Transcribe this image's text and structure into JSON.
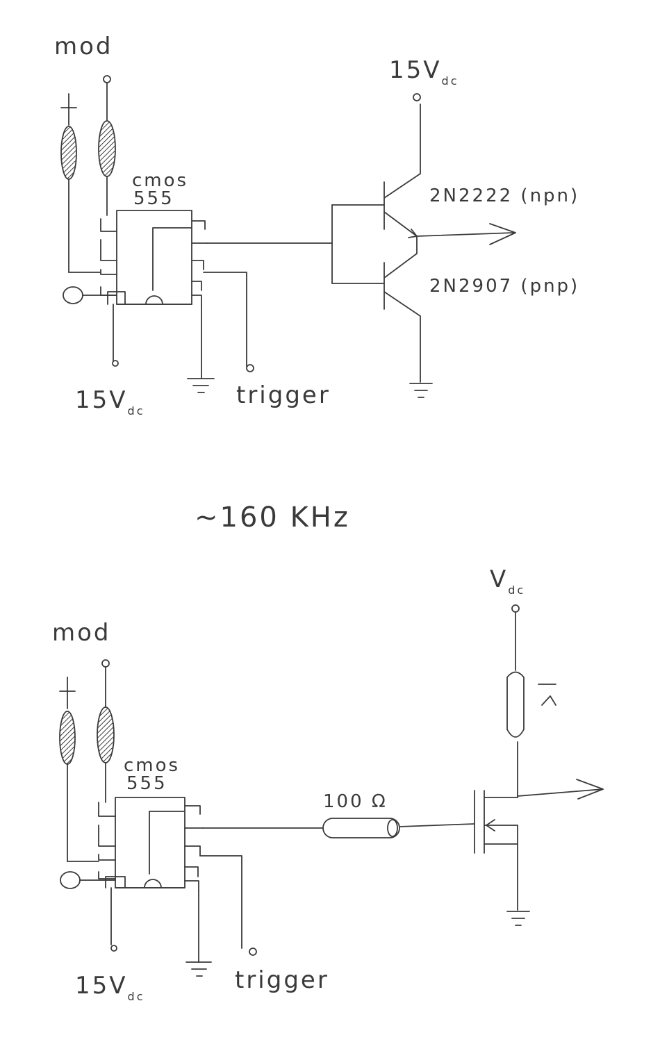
{
  "frequency_label": "~160 KHz",
  "circuits": [
    {
      "id": "top",
      "mod_label": "mod",
      "ic_label_line1": "cmos",
      "ic_label_line2": "555",
      "supply_label_main": "15V",
      "supply_label_sub": "dc",
      "trigger_label": "trigger",
      "out_supply_main": "15V",
      "out_supply_sub": "dc",
      "npn_label": "2N2222 (npn)",
      "pnp_label": "2N2907 (pnp)"
    },
    {
      "id": "bottom",
      "mod_label": "mod",
      "ic_label_line1": "cmos",
      "ic_label_line2": "555",
      "supply_label_main": "15V",
      "supply_label_sub": "dc",
      "trigger_label": "trigger",
      "out_supply_main": "V",
      "out_supply_sub": "dc",
      "resistor_label": "100 Ω"
    }
  ]
}
